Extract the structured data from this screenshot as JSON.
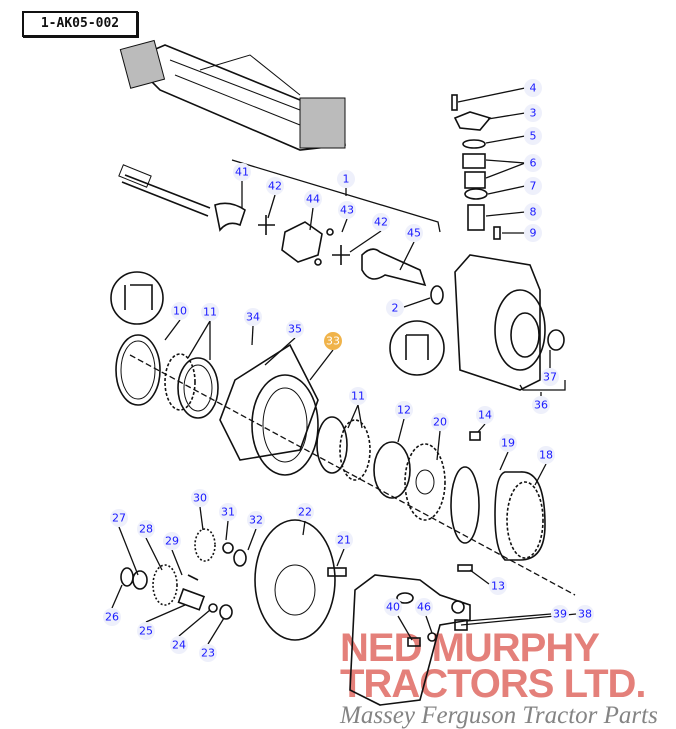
{
  "diagram": {
    "reference_code": "1-AK05-002",
    "highlight_color": "#f0b34a",
    "label_color": "#1a1aff",
    "callouts": {
      "c1": "1",
      "c2": "2",
      "c3": "3",
      "c4": "4",
      "c5": "5",
      "c6": "6",
      "c7": "7",
      "c8": "8",
      "c9": "9",
      "c10": "10",
      "c11a": "11",
      "c11b": "11",
      "c12": "12",
      "c13": "13",
      "c14": "14",
      "c18": "18",
      "c19": "19",
      "c20": "20",
      "c21": "21",
      "c22": "22",
      "c23": "23",
      "c24": "24",
      "c25": "25",
      "c26": "26",
      "c27": "27",
      "c28": "28",
      "c29": "29",
      "c30": "30",
      "c31": "31",
      "c32": "32",
      "c33": "33",
      "c34": "34",
      "c35": "35",
      "c36": "36",
      "c37": "37",
      "c38": "38",
      "c39": "39",
      "c40": "40",
      "c41": "41",
      "c42a": "42",
      "c42b": "42",
      "c43": "43",
      "c44": "44",
      "c45": "45",
      "c46": "46"
    }
  },
  "watermark": {
    "line1": "NED MURPHY",
    "line2": "TRACTORS LTD.",
    "tagline": "Massey Ferguson Tractor Parts"
  }
}
